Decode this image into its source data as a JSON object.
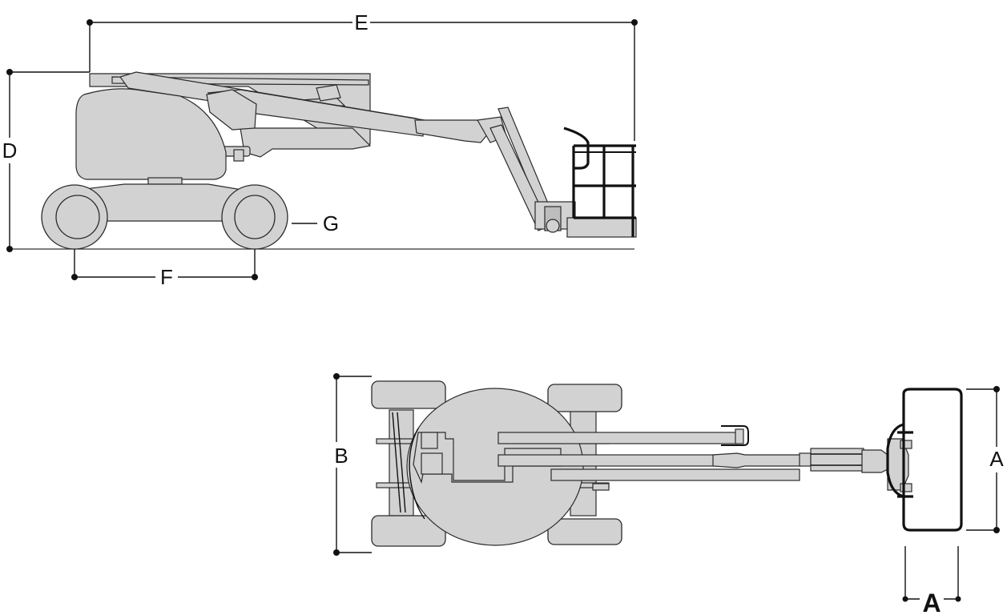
{
  "labels": {
    "E": "E",
    "D": "D",
    "G": "G",
    "F": "F",
    "B": "B",
    "A_right": "A",
    "A_bottom": "A"
  },
  "colors": {
    "body": "#d2d2d2",
    "outline": "#2b2b2b",
    "ink": "#111111"
  }
}
